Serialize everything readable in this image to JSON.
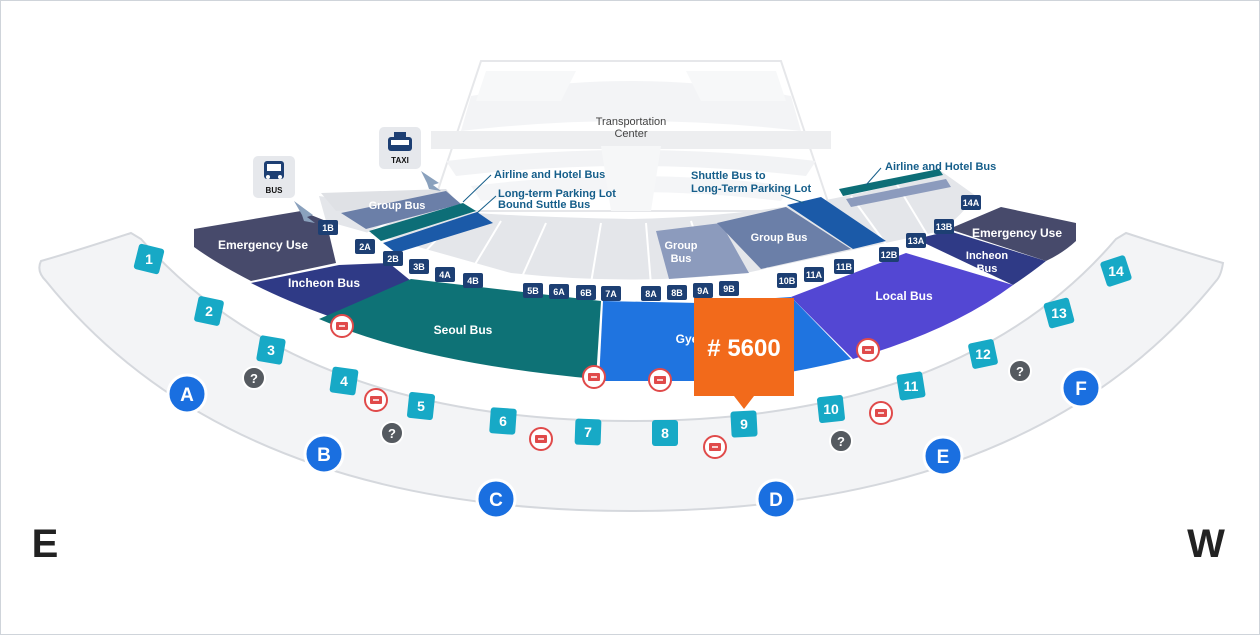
{
  "compass": {
    "left": "E",
    "right": "W"
  },
  "center": {
    "line1": "Transportation",
    "line2": "Center"
  },
  "icons": {
    "bus": "BUS",
    "taxi": "TAXI"
  },
  "zones": {
    "emergency_left": "Emergency Use",
    "incheon_left": "Incheon Bus",
    "seoul": "Seoul Bus",
    "gyeonggi": "Gye",
    "local": "Local Bus",
    "incheon_right_1": "Incheon",
    "incheon_right_2": "Bus",
    "emergency_right": "Emergency Use",
    "group_left": "Group Bus",
    "group_mid_1": "Group",
    "group_mid_2": "Bus",
    "group_right": "Group Bus"
  },
  "callouts": {
    "airline_left": "Airline and Hotel Bus",
    "longterm_1": "Long-term Parking Lot",
    "longterm_2": "Bound Suttle Bus",
    "shuttle_1": "Shuttle Bus to",
    "shuttle_2": "Long-Term Parking Lot",
    "airline_right": "Airline and Hotel Bus"
  },
  "bays": [
    "1B",
    "2A",
    "2B",
    "3B",
    "4A",
    "4B",
    "5B",
    "6A",
    "6B",
    "7A",
    "8A",
    "8B",
    "9A",
    "9B",
    "10B",
    "11A",
    "11B",
    "12B",
    "13A",
    "13B",
    "14A"
  ],
  "gates": [
    "1",
    "2",
    "3",
    "4",
    "5",
    "6",
    "7",
    "8",
    "9",
    "10",
    "11",
    "12",
    "13",
    "14"
  ],
  "doors": [
    "A",
    "B",
    "C",
    "D",
    "E",
    "F"
  ],
  "marker": {
    "label": "# 5600",
    "gate": "9"
  },
  "colors": {
    "marker": "#f26a1b",
    "gate": "#17a9c6",
    "door": "#1a6fe0",
    "bay": "#1d3f73",
    "seoul": "#0e7276",
    "gyeonggi": "#1f74e0",
    "local": "#5347d3",
    "incheon": "#2f3a86",
    "emergency": "#474a6b"
  },
  "icon_names": [
    "bus-icon",
    "taxi-icon",
    "ticket-icon",
    "info-icon"
  ]
}
